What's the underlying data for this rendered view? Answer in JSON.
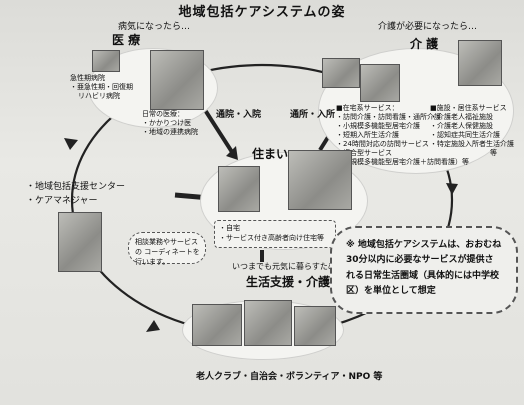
{
  "title": "地域包括ケアシステムの姿",
  "medical": {
    "trigger": "病気になったら…",
    "heading": "医 療",
    "hospital_items": [
      "急性期病院",
      "・亜急性期・回復期",
      "リハビリ病院"
    ],
    "clinic_items": [
      "日常の医療：",
      "・かかりつけ医",
      "・地域の連携病院"
    ],
    "arrow_label": "通院・入院"
  },
  "care": {
    "trigger": "介護が必要になったら…",
    "heading": "介 護",
    "arrow_label": "通所・入所",
    "home_services_title": "■在宅系サービス：",
    "home_services": [
      "・訪問介護・訪問看護・通所介護",
      "・小規模多機能型居宅介護",
      "・短期入所生活介護",
      "・24時間対応の訪問サービス",
      "・複合型サービス",
      "（小規模多機能型居宅介護＋訪問看護）等"
    ],
    "facility_services_title": "■施設・居住系サービス",
    "facility_services": [
      "・介護老人福祉施設",
      "・介護老人保健施設",
      "・認知症共同生活介護",
      "・特定施設入所者生活介護",
      "等"
    ]
  },
  "home": {
    "heading": "住まい",
    "items": [
      "・自宅",
      "・サービス付き高齢者向け住宅等"
    ]
  },
  "support": {
    "center_label": "・地域包括支援センター",
    "manager_label": "・ケアマネジャー",
    "consult_text": "相談業務やサービスの コーディネートを行います。",
    "lead": "いつまでも元気に暮らすために…",
    "heading": "生活支援・介護予防",
    "groups": "老人クラブ・自治会・ボランティア・NPO 等"
  },
  "note": "※ 地域包括ケアシステムは、おおむね30分以内に必要なサービスが提供される日常生活圏域（具体的には中学校区）を単位として想定"
}
